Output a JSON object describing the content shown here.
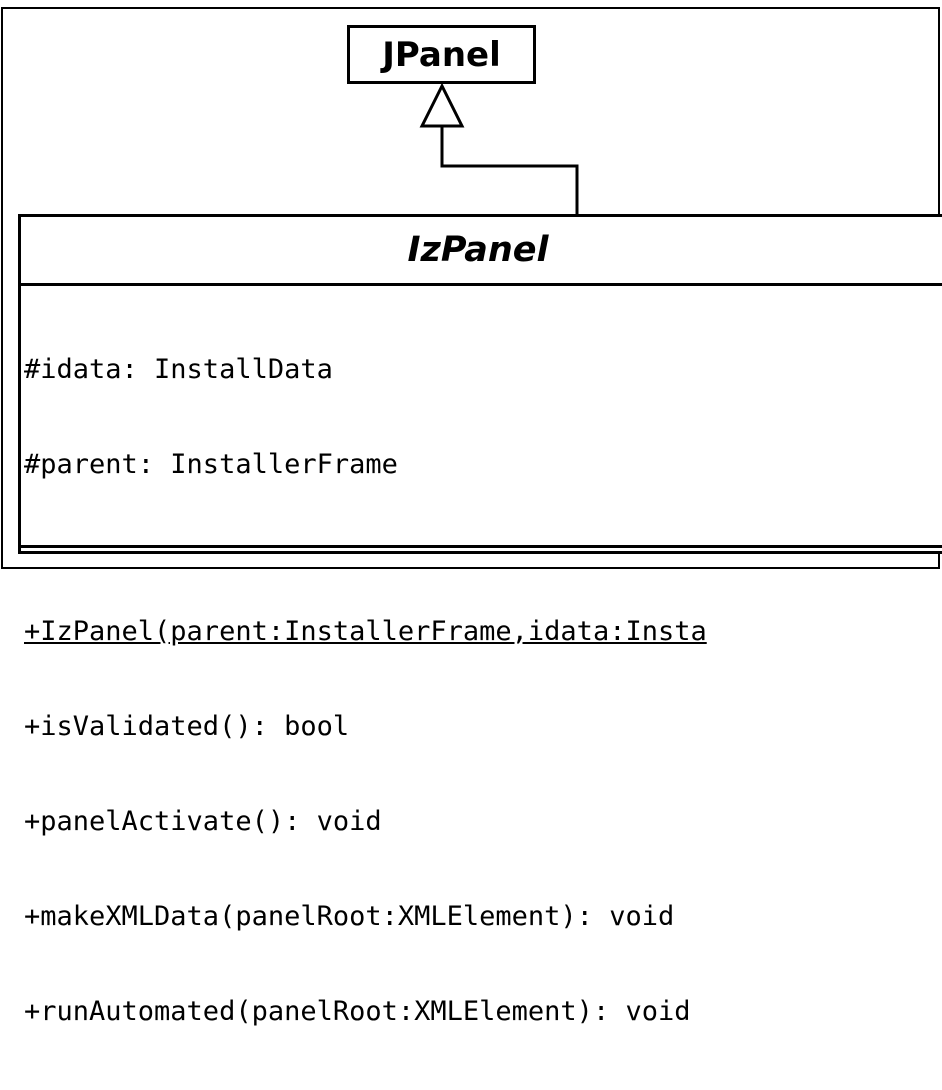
{
  "parent_class": {
    "name": "JPanel"
  },
  "class": {
    "name": "IzPanel",
    "attributes": [
      "#idata: InstallData",
      "#parent: InstallerFrame"
    ],
    "operations": [
      "+IzPanel(parent:InstallerFrame,idata:Insta",
      "+isValidated(): bool",
      "+panelActivate(): void",
      "+makeXMLData(panelRoot:XMLElement): void",
      "+runAutomated(panelRoot:XMLElement): void"
    ]
  }
}
